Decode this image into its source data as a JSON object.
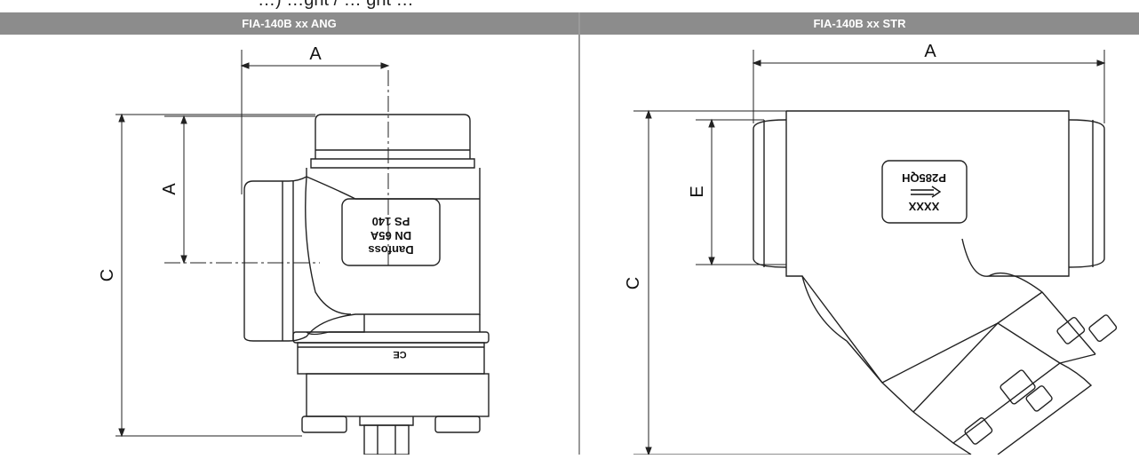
{
  "top_fragment": "…) …ght / … ght …",
  "headers": {
    "left": "FIA-140B xx ANG",
    "right": "FIA-140B xx STR"
  },
  "left_drawing": {
    "dims": {
      "top_width": "A",
      "vertical_inner": "A",
      "overall_height": "C"
    },
    "nameplate": [
      "Danfoss",
      "DN 65A",
      "PS 140"
    ],
    "ce_mark": "CE"
  },
  "right_drawing": {
    "dims": {
      "top_width": "A",
      "inner_height": "E",
      "overall_height": "C"
    },
    "nameplate": [
      "XXXX",
      "P285QH"
    ]
  },
  "colors": {
    "header_bg": "#8c8c8c",
    "header_text": "#ffffff",
    "line": "#222222"
  }
}
